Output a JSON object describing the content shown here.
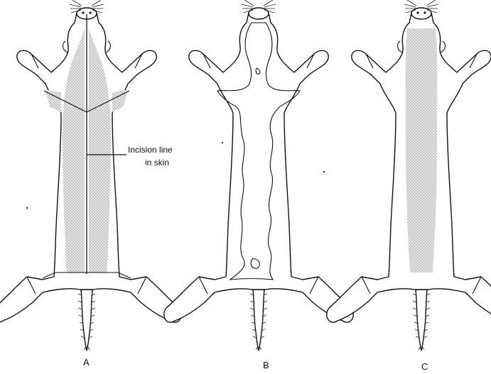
{
  "figure": {
    "panels": [
      {
        "label": "A"
      },
      {
        "label": "B"
      },
      {
        "label": "C"
      }
    ],
    "callout": {
      "line1": "Incision line",
      "line2": "in skin"
    }
  }
}
